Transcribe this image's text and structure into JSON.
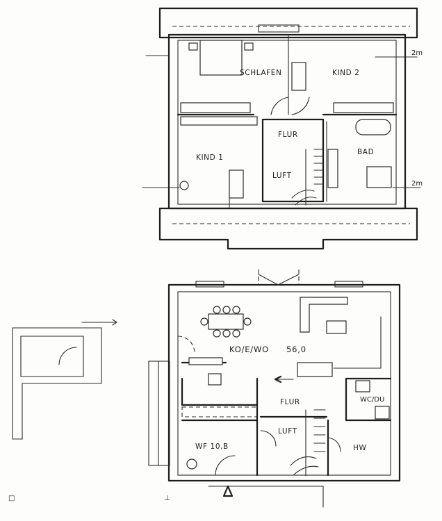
{
  "upper_floor": {
    "rooms": {
      "schlafen": "SCHLAFEN",
      "kind2": "KIND 2",
      "kind1": "KIND 1",
      "flur": "FLUR",
      "luft": "LUFT",
      "bad": "BAD"
    },
    "dims": {
      "top": "2m",
      "bottom": "2m"
    }
  },
  "ground_floor": {
    "rooms": {
      "kowo": "KO/E/WO",
      "kowo_area": "56,0",
      "flur": "FLUR",
      "luft": "LUFT",
      "wf": "WF 10,B",
      "hw": "HW",
      "wcdu": "WC/DU"
    }
  },
  "markers": {
    "section_left": "□",
    "section_mid": "⊥"
  },
  "colors": {
    "ink": "#1d1d1d",
    "paper": "#fdfdfc"
  }
}
